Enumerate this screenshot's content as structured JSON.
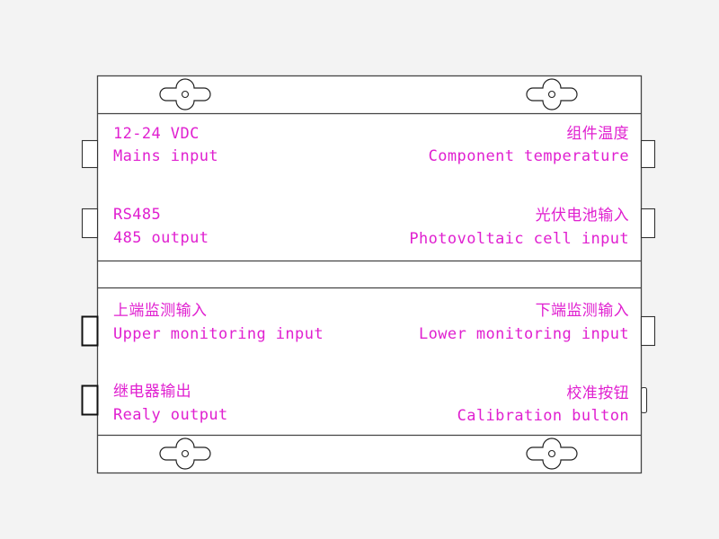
{
  "colors": {
    "label": "#e020d0",
    "line": "#333333",
    "panel": "#ffffff",
    "background": "#f3f3f3"
  },
  "ports": {
    "mains": {
      "name": "12-24 VDC",
      "desc": "Mains input"
    },
    "rs485": {
      "name": "RS485",
      "desc": "485 output"
    },
    "upper_monitor": {
      "name": "上端监测输入",
      "desc": "Upper monitoring input"
    },
    "relay": {
      "name": "继电器输出",
      "desc": "Realy output"
    },
    "component_temp": {
      "name": "组件温度",
      "desc": "Component temperature"
    },
    "pv_cell": {
      "name": "光伏电池输入",
      "desc": "Photovoltaic cell input"
    },
    "lower_monitor": {
      "name": "下端监测输入",
      "desc": "Lower monitoring input"
    },
    "calibration": {
      "name": "校准按钮",
      "desc": "Calibration bulton"
    }
  }
}
